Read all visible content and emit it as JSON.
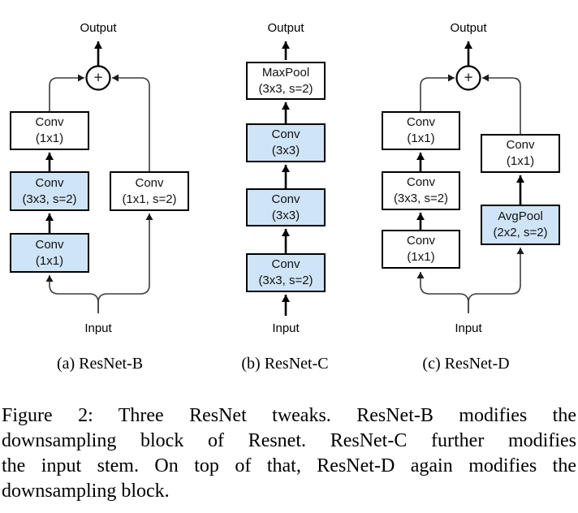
{
  "figure": {
    "colors": {
      "highlight_fill": "#cfe4f7",
      "box_border": "#000000",
      "wire": "#3d3d3d"
    },
    "panels": [
      {
        "label": "(a) ResNet-B",
        "output_label": "Output",
        "input_label": "Input",
        "merge_operator": "+",
        "boxes": [
          {
            "line1": "Conv",
            "line2": "(1x1)",
            "highlighted": false
          },
          {
            "line1": "Conv",
            "line2": "(3x3, s=2)",
            "highlighted": true
          },
          {
            "line1": "Conv",
            "line2": "(1x1)",
            "highlighted": true
          },
          {
            "line1": "Conv",
            "line2": "(1x1, s=2)",
            "highlighted": false
          }
        ]
      },
      {
        "label": "(b) ResNet-C",
        "output_label": "Output",
        "input_label": "Input",
        "boxes": [
          {
            "line1": "MaxPool",
            "line2": "(3x3, s=2)",
            "highlighted": false
          },
          {
            "line1": "Conv",
            "line2": "(3x3)",
            "highlighted": true
          },
          {
            "line1": "Conv",
            "line2": "(3x3)",
            "highlighted": true
          },
          {
            "line1": "Conv",
            "line2": "(3x3, s=2)",
            "highlighted": true
          }
        ]
      },
      {
        "label": "(c) ResNet-D",
        "output_label": "Output",
        "input_label": "Input",
        "merge_operator": "+",
        "boxes": [
          {
            "line1": "Conv",
            "line2": "(1x1)",
            "highlighted": false
          },
          {
            "line1": "Conv",
            "line2": "(3x3, s=2)",
            "highlighted": false
          },
          {
            "line1": "Conv",
            "line2": "(1x1)",
            "highlighted": false
          },
          {
            "line1": "Conv",
            "line2": "(1x1)",
            "highlighted": false
          },
          {
            "line1": "AvgPool",
            "line2": "(2x2, s=2)",
            "highlighted": true
          }
        ]
      }
    ],
    "caption": {
      "lines": [
        "Figure 2: Three ResNet tweaks. ResNet-B modifies the",
        "downsampling block of Resnet. ResNet-C further modifies",
        "the input stem. On top of that, ResNet-D again modifies the",
        "downsampling block."
      ]
    }
  }
}
